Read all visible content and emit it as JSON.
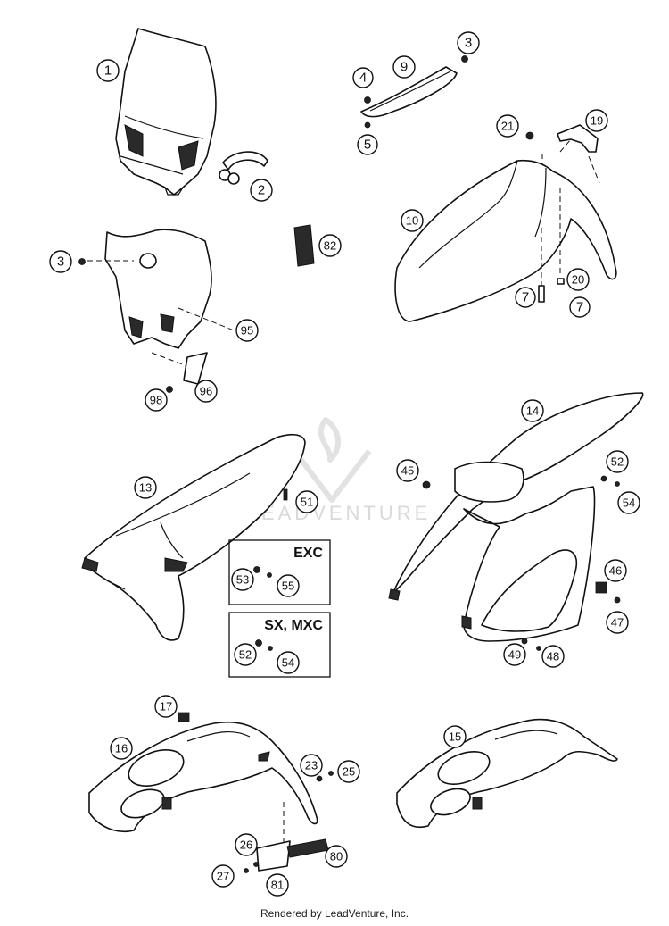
{
  "parts": {
    "p1": "1",
    "p2": "2",
    "p3a": "3",
    "p3b": "3",
    "p4": "4",
    "p5": "5",
    "p7a": "7",
    "p7b": "7",
    "p9": "9",
    "p10": "10",
    "p13": "13",
    "p14": "14",
    "p15": "15",
    "p16": "16",
    "p17": "17",
    "p19": "19",
    "p20": "20",
    "p21": "21",
    "p23": "23",
    "p25": "25",
    "p26": "26",
    "p27": "27",
    "p45": "45",
    "p46": "46",
    "p47": "47",
    "p48": "48",
    "p49": "49",
    "p51": "51",
    "p52a": "52",
    "p52b": "52",
    "p53": "53",
    "p54a": "54",
    "p54b": "54",
    "p55": "55",
    "p80": "80",
    "p81": "81",
    "p82": "82",
    "p95": "95",
    "p96": "96",
    "p98": "98"
  },
  "boxes": {
    "exc_title": "EXC",
    "sx_title": "SX, MXC"
  },
  "watermark": "LEADVENTURE",
  "footer": "Rendered by LeadVenture, Inc."
}
